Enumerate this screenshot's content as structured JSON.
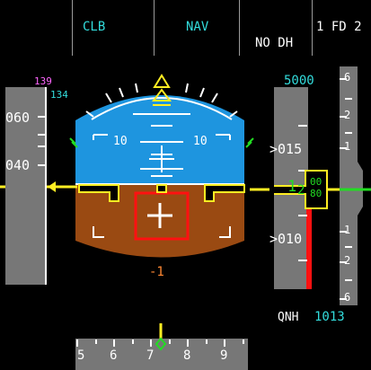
{
  "fma": {
    "thrust_mode": "CLB",
    "lateral_mode": "NAV",
    "minimums": "NO DH",
    "engagement": "1 FD 2"
  },
  "speed_tape": {
    "target_speed_magenta": "139",
    "speed_cyan": "134",
    "tick_labels": [
      "060",
      "040"
    ]
  },
  "attitude": {
    "pitch_up_label_left": "10",
    "pitch_up_label_right": "10",
    "sideslip_readout": "-1",
    "pitch_deg": 3,
    "bank_deg": 0
  },
  "altitude_tape": {
    "selected_altitude": "5000",
    "tick_labels": [
      ">015",
      ">010"
    ],
    "current_hundreds": "1",
    "current_tens": "2",
    "drum_values": [
      "00",
      "80"
    ]
  },
  "vertical_speed": {
    "upper_labels": [
      "6",
      "2",
      "1"
    ],
    "lower_labels": [
      "1",
      "2",
      "6"
    ]
  },
  "baro": {
    "label": "QNH",
    "value": "1013"
  },
  "heading_tape": {
    "labels": [
      "5",
      "6",
      "7",
      "8",
      "9"
    ]
  },
  "colors": {
    "sky": "#1e95df",
    "ground": "#9a4a12",
    "green": "#22dd22",
    "cyan": "#33dddd",
    "magenta": "#ff66ff",
    "yellow": "#ffee22",
    "red": "#ff1111",
    "orange": "#ff8833",
    "tape_gray": "#777777"
  }
}
